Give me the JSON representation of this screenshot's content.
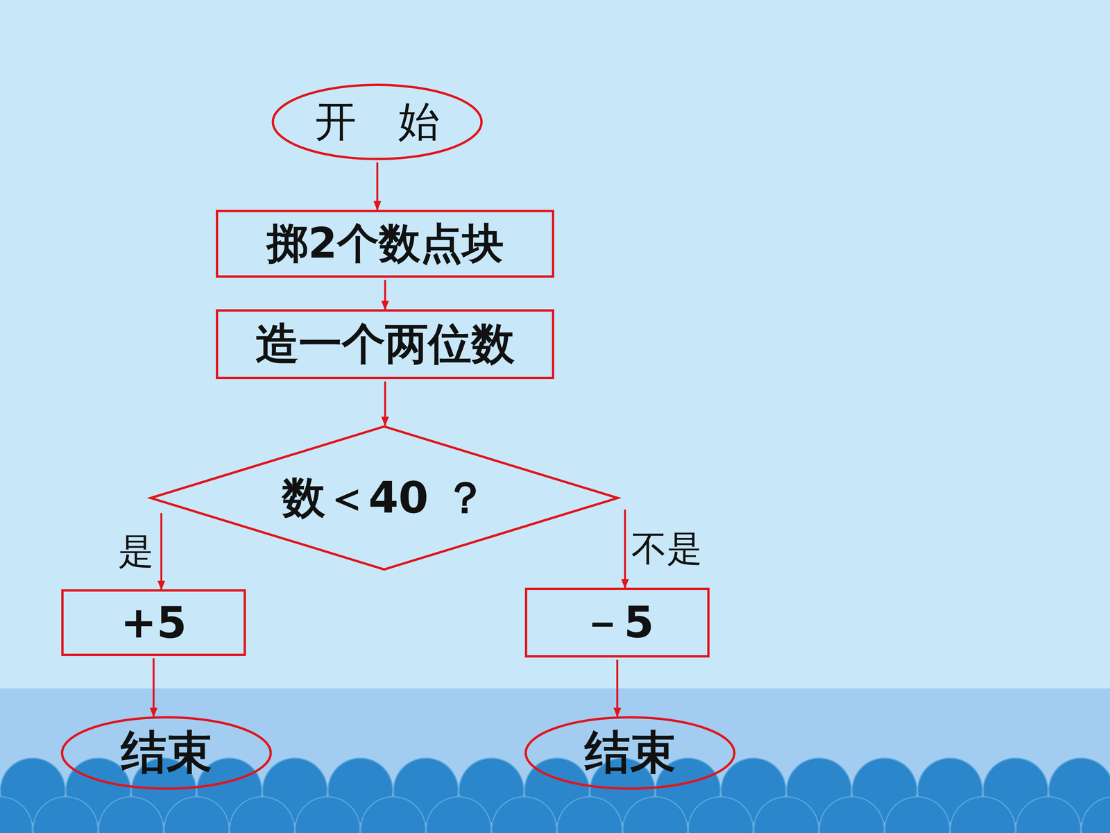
{
  "diagram": {
    "nodes": [
      {
        "text": [
          "开　始"
        ]
      },
      {
        "text": [
          "掷2个数点块"
        ]
      },
      {
        "text": [
          "造一个两位数"
        ]
      },
      {
        "text": [
          "数＜40 ？"
        ]
      },
      {
        "text": [
          "+5"
        ]
      },
      {
        "text": [
          "－5"
        ]
      },
      {
        "text": [
          "结束"
        ]
      },
      {
        "text": [
          "结束"
        ]
      }
    ],
    "edges": [
      {
        "from": 0,
        "to": 1,
        "arrow": "to"
      },
      {
        "from": 1,
        "to": 2,
        "arrow": "to"
      },
      {
        "from": 2,
        "to": 3,
        "arrow": "to"
      },
      {
        "from": 3,
        "to": 4,
        "arrow": "to",
        "label": "是"
      },
      {
        "from": 3,
        "to": 5,
        "arrow": "to",
        "label": "不是"
      },
      {
        "from": 4,
        "to": 6,
        "arrow": "to"
      },
      {
        "from": 5,
        "to": 7,
        "arrow": "to"
      }
    ]
  }
}
